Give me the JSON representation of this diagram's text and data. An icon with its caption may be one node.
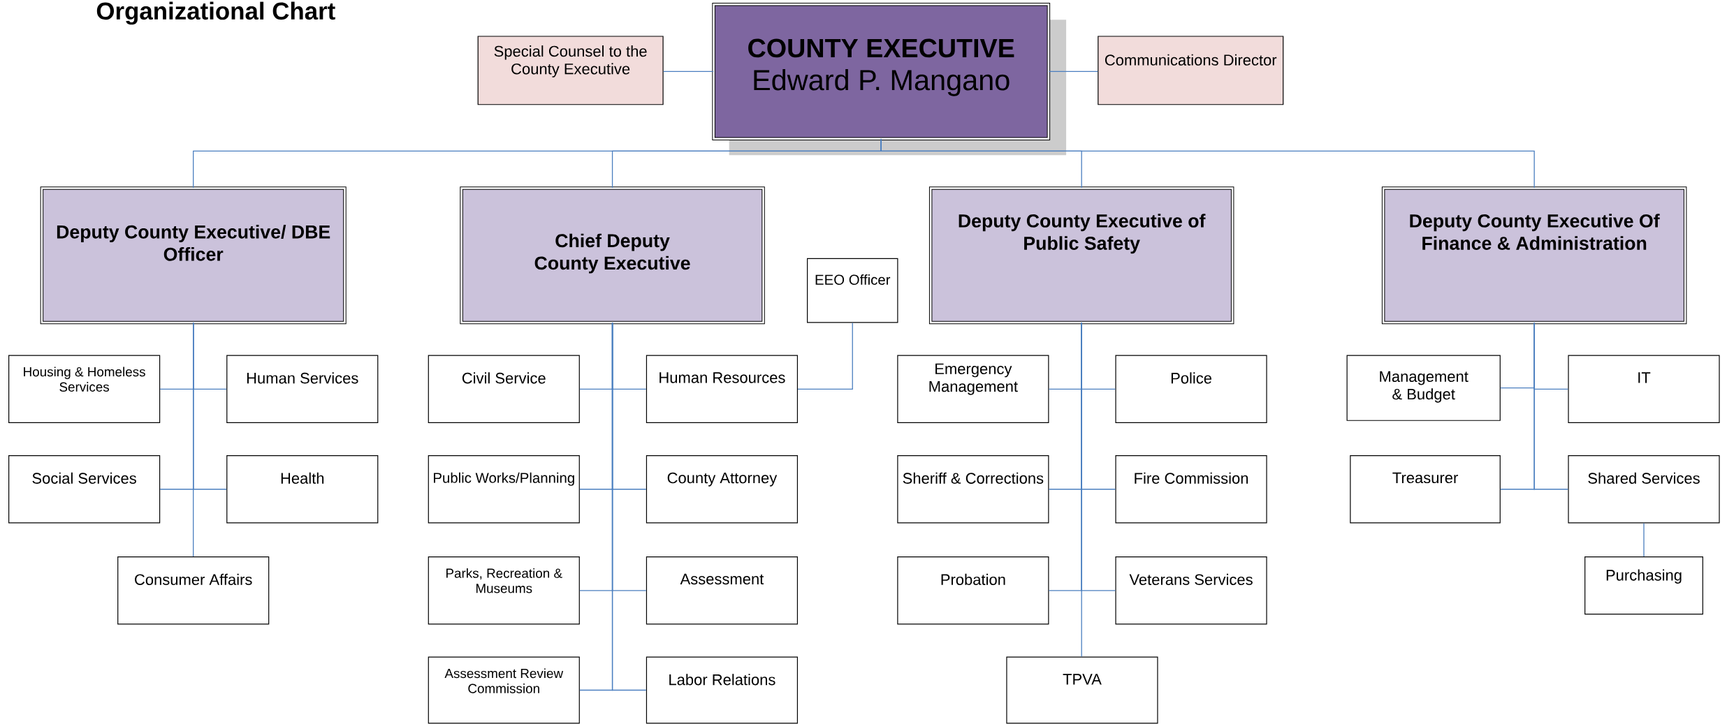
{
  "diagram": {
    "title": "Organizational Chart",
    "nodes": [
      {
        "text": [
          "COUNTY EXECUTIVE",
          "Edward P. Mangano"
        ]
      },
      {
        "text": [
          "Special Counsel to the County Executive"
        ]
      },
      {
        "text": [
          "Communications Director"
        ]
      },
      {
        "text": [
          "Deputy County Executive/ DBE Officer"
        ]
      },
      {
        "text": [
          "Chief Deputy County Executive"
        ]
      },
      {
        "text": [
          "EEO Officer"
        ]
      },
      {
        "text": [
          "Deputy County Executive of Public Safety"
        ]
      },
      {
        "text": [
          "Deputy County Executive Of Finance & Administration"
        ]
      },
      {
        "text": [
          "Housing & Homeless Services"
        ]
      },
      {
        "text": [
          "Human Services"
        ]
      },
      {
        "text": [
          "Social Services"
        ]
      },
      {
        "text": [
          "Health"
        ]
      },
      {
        "text": [
          "Consumer Affairs"
        ]
      },
      {
        "text": [
          "Civil Service"
        ]
      },
      {
        "text": [
          "Human Resources"
        ]
      },
      {
        "text": [
          "Public Works/Planning"
        ]
      },
      {
        "text": [
          "County Attorney"
        ]
      },
      {
        "text": [
          "Parks, Recreation & Museums"
        ]
      },
      {
        "text": [
          "Assessment"
        ]
      },
      {
        "text": [
          "Assessment Review Commission"
        ]
      },
      {
        "text": [
          "Labor Relations"
        ]
      },
      {
        "text": [
          "Emergency Management"
        ]
      },
      {
        "text": [
          "Police"
        ]
      },
      {
        "text": [
          "Sheriff & Corrections"
        ]
      },
      {
        "text": [
          "Fire Commission"
        ]
      },
      {
        "text": [
          "Probation"
        ]
      },
      {
        "text": [
          "Veterans Services"
        ]
      },
      {
        "text": [
          "TPVA"
        ]
      },
      {
        "text": [
          "Management & Budget"
        ]
      },
      {
        "text": [
          "IT"
        ]
      },
      {
        "text": [
          "Treasurer"
        ]
      },
      {
        "text": [
          "Shared Services"
        ]
      },
      {
        "text": [
          "Purchasing"
        ]
      }
    ],
    "edges": [
      {
        "from": 0,
        "to": 1,
        "arrow": "none"
      },
      {
        "from": 0,
        "to": 2,
        "arrow": "none"
      },
      {
        "from": 0,
        "to": 3,
        "arrow": "none"
      },
      {
        "from": 0,
        "to": 4,
        "arrow": "none"
      },
      {
        "from": 0,
        "to": 6,
        "arrow": "none"
      },
      {
        "from": 0,
        "to": 7,
        "arrow": "none"
      },
      {
        "from": 3,
        "to": 8,
        "arrow": "none"
      },
      {
        "from": 3,
        "to": 9,
        "arrow": "none"
      },
      {
        "from": 3,
        "to": 10,
        "arrow": "none"
      },
      {
        "from": 3,
        "to": 11,
        "arrow": "none"
      },
      {
        "from": 3,
        "to": 12,
        "arrow": "none"
      },
      {
        "from": 4,
        "to": 13,
        "arrow": "none"
      },
      {
        "from": 4,
        "to": 14,
        "arrow": "none"
      },
      {
        "from": 4,
        "to": 15,
        "arrow": "none"
      },
      {
        "from": 4,
        "to": 16,
        "arrow": "none"
      },
      {
        "from": 4,
        "to": 17,
        "arrow": "none"
      },
      {
        "from": 4,
        "to": 18,
        "arrow": "none"
      },
      {
        "from": 4,
        "to": 19,
        "arrow": "none"
      },
      {
        "from": 4,
        "to": 20,
        "arrow": "none"
      },
      {
        "from": 5,
        "to": 14,
        "arrow": "none"
      },
      {
        "from": 6,
        "to": 21,
        "arrow": "none"
      },
      {
        "from": 6,
        "to": 22,
        "arrow": "none"
      },
      {
        "from": 6,
        "to": 23,
        "arrow": "none"
      },
      {
        "from": 6,
        "to": 24,
        "arrow": "none"
      },
      {
        "from": 6,
        "to": 25,
        "arrow": "none"
      },
      {
        "from": 6,
        "to": 26,
        "arrow": "none"
      },
      {
        "from": 6,
        "to": 27,
        "arrow": "none"
      },
      {
        "from": 7,
        "to": 28,
        "arrow": "none"
      },
      {
        "from": 7,
        "to": 29,
        "arrow": "none"
      },
      {
        "from": 7,
        "to": 30,
        "arrow": "none"
      },
      {
        "from": 7,
        "to": 31,
        "arrow": "none"
      },
      {
        "from": 31,
        "to": 32,
        "arrow": "none"
      }
    ]
  }
}
